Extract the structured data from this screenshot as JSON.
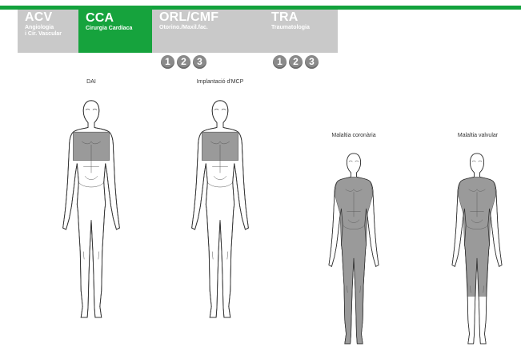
{
  "tabs": [
    {
      "code": "ACV",
      "desc": "Angiologia\ni Cir. Vascular",
      "active": false
    },
    {
      "code": "CCA",
      "desc": "Cirurgia Cardíaca",
      "active": true
    },
    {
      "code": "ORL/CMF",
      "desc": "Otorino./Maxil.fac.",
      "active": false
    },
    {
      "code": "TRA",
      "desc": "Traumatologia",
      "active": false
    }
  ],
  "orl_numbers": [
    "1",
    "2",
    "3"
  ],
  "tra_numbers": [
    "1",
    "2",
    "3"
  ],
  "figures": [
    {
      "label": "DAI",
      "highlight": "chest"
    },
    {
      "label": "Implantació d'MCP",
      "highlight": "chest"
    },
    {
      "label": "Malaltia coronària",
      "highlight": "torso-legs"
    },
    {
      "label": "Malaltia valvular",
      "highlight": "torso-thighs"
    }
  ],
  "colors": {
    "accent": "#16a33d",
    "tab_inactive": "#c9c9c9",
    "number_badge": "#8a8a8a",
    "highlight": "#9a9a9a"
  }
}
